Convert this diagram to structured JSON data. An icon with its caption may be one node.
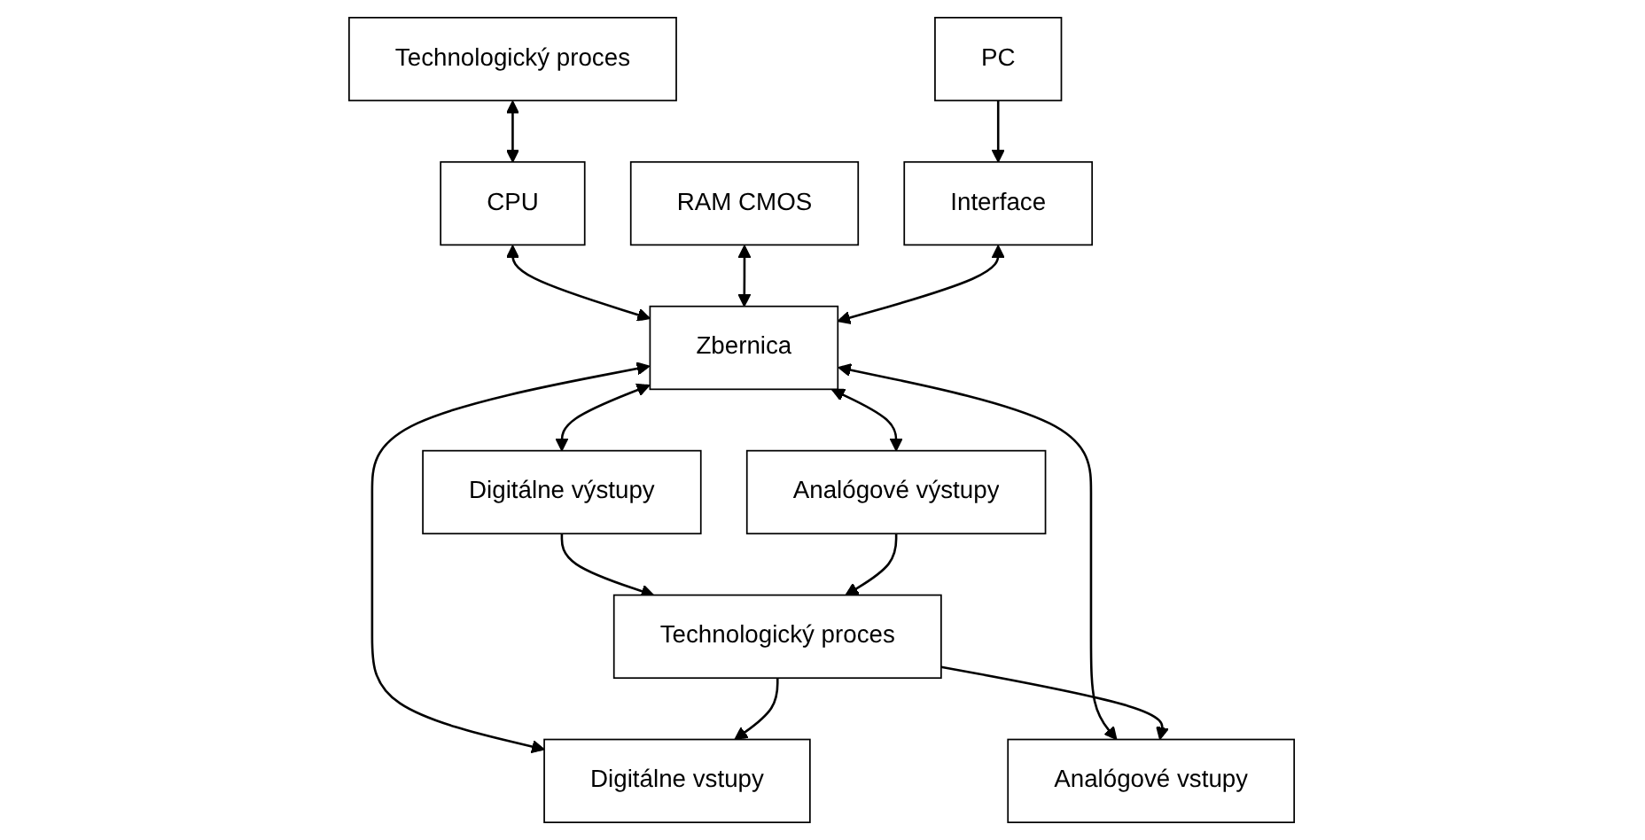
{
  "diagram": {
    "nodes": [
      {
        "text": [
          "Technologický proces"
        ]
      },
      {
        "text": [
          "CPU"
        ]
      },
      {
        "text": [
          "RAM CMOS"
        ]
      },
      {
        "text": [
          "Interface"
        ]
      },
      {
        "text": [
          "PC"
        ]
      },
      {
        "text": [
          "Zbernica"
        ]
      },
      {
        "text": [
          "Digitálne vstupy"
        ]
      },
      {
        "text": [
          "Digitálne výstupy"
        ]
      },
      {
        "text": [
          "Analógové vstupy"
        ]
      },
      {
        "text": [
          "Analógové výstupy"
        ]
      },
      {
        "text": [
          "Technologický proces"
        ]
      }
    ],
    "edges": [
      {
        "from": 0,
        "to": 1,
        "arrow": "both"
      },
      {
        "from": 4,
        "to": 3,
        "arrow": "to"
      },
      {
        "from": 1,
        "to": 5,
        "arrow": "both"
      },
      {
        "from": 2,
        "to": 5,
        "arrow": "both"
      },
      {
        "from": 3,
        "to": 5,
        "arrow": "both"
      },
      {
        "from": 5,
        "to": 6,
        "arrow": "both"
      },
      {
        "from": 5,
        "to": 7,
        "arrow": "both"
      },
      {
        "from": 5,
        "to": 8,
        "arrow": "both"
      },
      {
        "from": 5,
        "to": 9,
        "arrow": "both"
      },
      {
        "from": 10,
        "to": 6,
        "arrow": "to"
      },
      {
        "from": 7,
        "to": 10,
        "arrow": "to"
      },
      {
        "from": 10,
        "to": 8,
        "arrow": "to"
      },
      {
        "from": 9,
        "to": 10,
        "arrow": "to"
      }
    ]
  }
}
